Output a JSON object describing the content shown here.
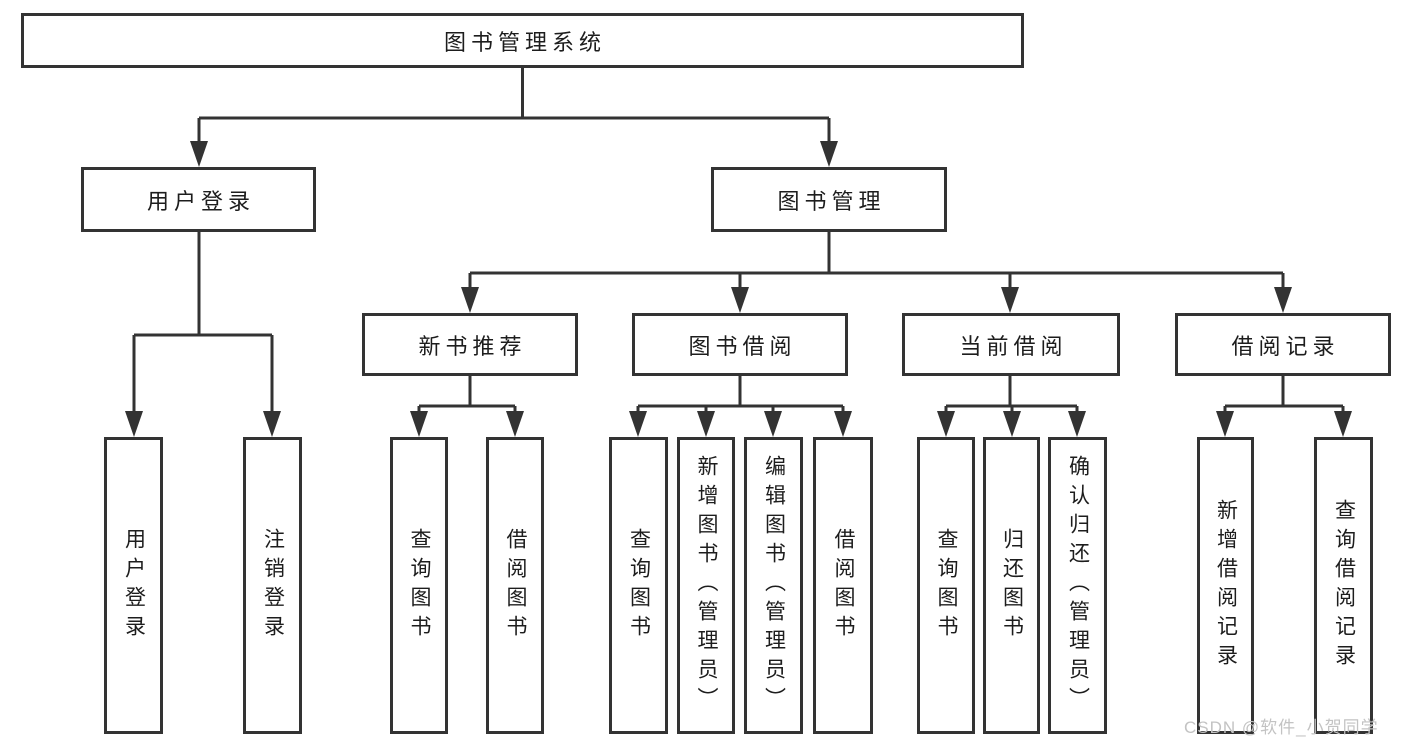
{
  "diagram": {
    "title": "图书管理系统",
    "root": {
      "label": "图书管理系统"
    },
    "branches": [
      {
        "label": "用户登录",
        "children": [
          {
            "label": "用户登录"
          },
          {
            "label": "注销登录"
          }
        ]
      },
      {
        "label": "图书管理",
        "children": [
          {
            "label": "新书推荐",
            "children": [
              {
                "label": "查询图书"
              },
              {
                "label": "借阅图书"
              }
            ]
          },
          {
            "label": "图书借阅",
            "children": [
              {
                "label": "查询图书"
              },
              {
                "label": "新增图书（管理员）"
              },
              {
                "label": "编辑图书（管理员）"
              },
              {
                "label": "借阅图书"
              }
            ]
          },
          {
            "label": "当前借阅",
            "children": [
              {
                "label": "查询图书"
              },
              {
                "label": "归还图书"
              },
              {
                "label": "确认归还（管理员）"
              }
            ]
          },
          {
            "label": "借阅记录",
            "children": [
              {
                "label": "新增借阅记录"
              },
              {
                "label": "查询借阅记录"
              }
            ]
          }
        ]
      }
    ]
  },
  "watermark": {
    "label": "CSDN @软件_小贺同学"
  },
  "colors": {
    "line": "#333333",
    "box_border": "#333333",
    "box_fill": "#ffffff",
    "text": "#1d1d1d",
    "watermark": "#c3c3c3",
    "background": "#ffffff"
  }
}
